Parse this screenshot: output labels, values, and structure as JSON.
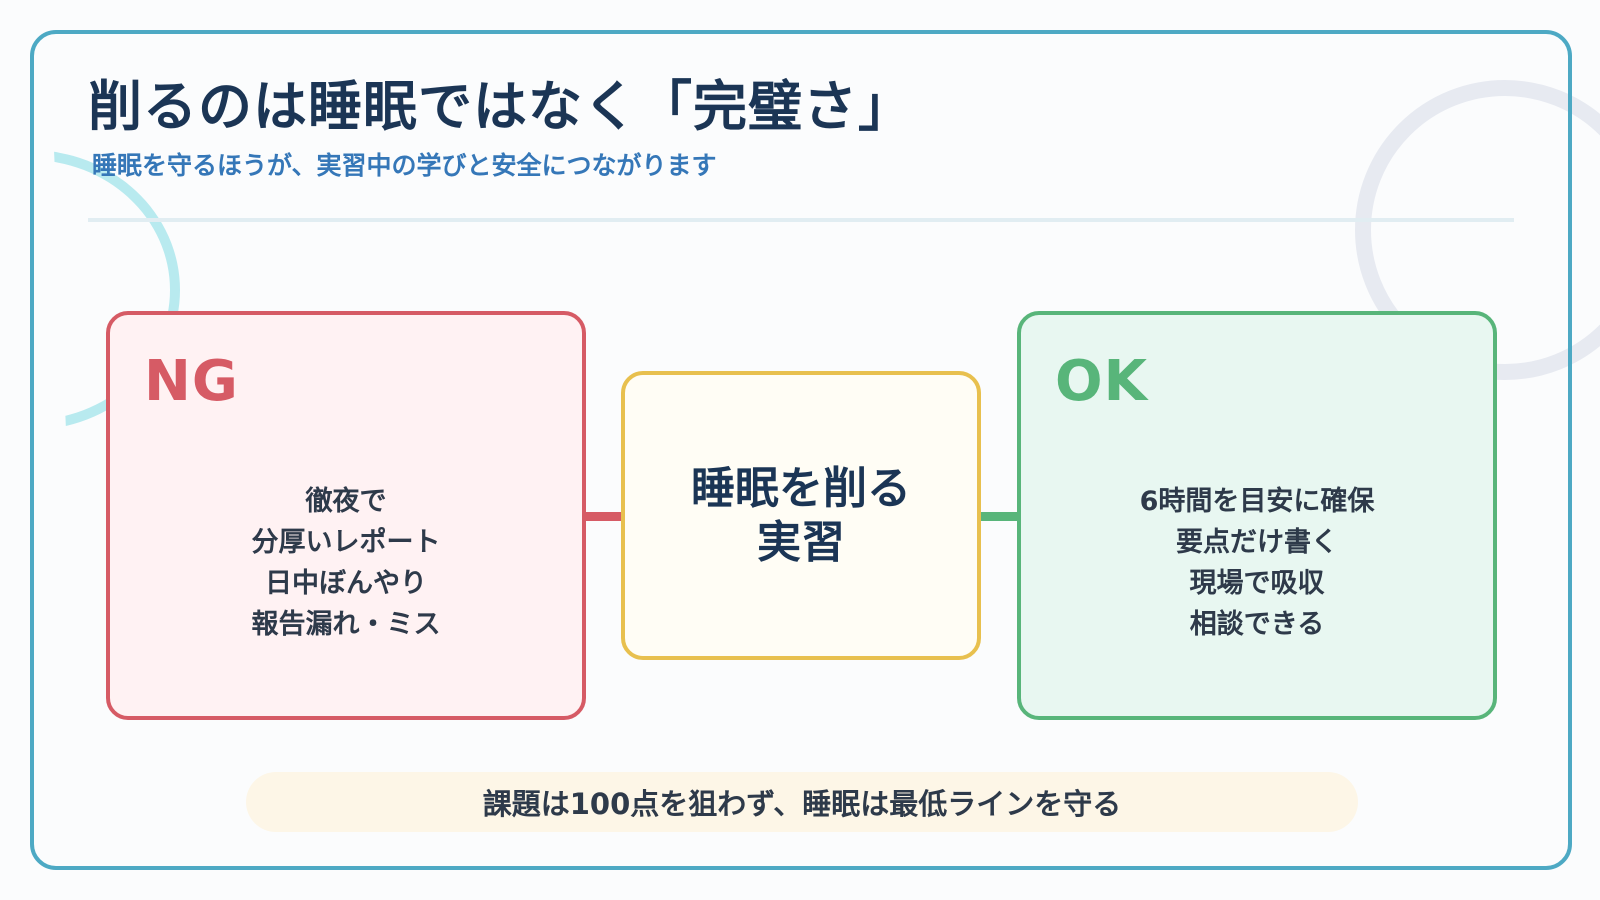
{
  "title": "削るのは睡眠ではなく「完璧さ」",
  "subtitle": "睡眠を守るほうが、実習中の学びと安全につながります",
  "ng_card": {
    "label": "NG",
    "items": [
      "徹夜で",
      "分厚いレポート",
      "日中ぼんやり",
      "報告漏れ・ミス"
    ],
    "color": "#d65b65"
  },
  "center_card": {
    "lines": [
      "睡眠を削る",
      "実習"
    ],
    "color": "#e8c04e"
  },
  "ok_card": {
    "label": "OK",
    "items": [
      "6時間を目安に確保",
      "要点だけ書く",
      "現場で吸収",
      "相談できる"
    ],
    "color": "#58b57a"
  },
  "footer": "課題は100点を狙わず、睡眠は最低ラインを守る"
}
